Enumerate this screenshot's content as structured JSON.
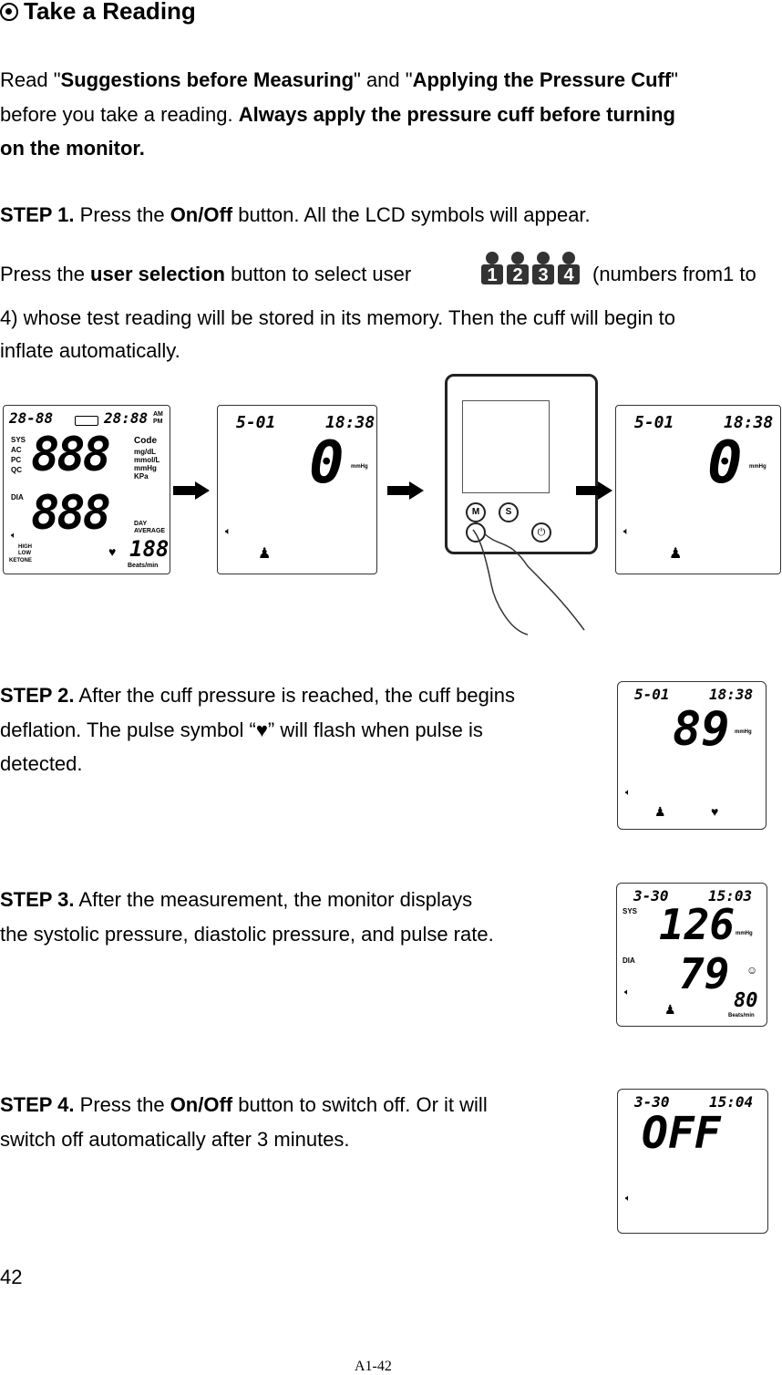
{
  "heading": "Take a Reading",
  "intro": {
    "p1_a": "Read \"",
    "p1_b": "Suggestions before Measuring",
    "p1_c": "\" and \"",
    "p1_d": "Applying the Pressure Cuff",
    "p1_e": "\"",
    "p2_a": "before you take a reading. ",
    "p2_b": "Always apply the pressure cuff before turning",
    "p3": "on the monitor."
  },
  "step1": {
    "label": "STEP 1.",
    "line1_a": " Press the ",
    "line1_b": "On/Off",
    "line1_c": " button. All the LCD symbols will appear.",
    "line2_a": "Press the ",
    "line2_b": "user selection",
    "line2_c": " button to select user",
    "line2_d": "(numbers from1 to",
    "line3": "4) whose test reading will be stored in its memory. Then the cuff will begin to",
    "line4": "inflate automatically."
  },
  "user_numbers": [
    "1",
    "2",
    "3",
    "4"
  ],
  "lcd_full": {
    "date": "28-88",
    "time": "28:88",
    "ampm1": "AM",
    "ampm2": "PM",
    "sys": "SYS",
    "ac": "AC",
    "pc": "PC",
    "qc": "QC",
    "dia": "DIA",
    "big1": "888",
    "big2": "888",
    "code": "Code",
    "u1": "mg/dL",
    "u2": "mmol/L",
    "u3": "mmHg",
    "u4": "KPa",
    "day": "DAY",
    "average": "AVERAGE",
    "pulse": "188",
    "high": "HIGH",
    "low": "LOW",
    "ketone": "KETONE",
    "beats": "Beats/min"
  },
  "lcd_start": {
    "date": "5-01",
    "time": "18:38",
    "value": "0",
    "unit": "mmHg"
  },
  "device": {
    "btn1": "M",
    "btn2": "S",
    "btn4": "⏻"
  },
  "step2": {
    "label": "STEP 2.",
    "line1": " After the cuff pressure is reached, the cuff begins",
    "line2_a": "deflation. The pulse symbol “",
    "line2_b": "” will flash when pulse is",
    "line3": "detected.",
    "lcd": {
      "date": "5-01",
      "time": "18:38",
      "value": "89",
      "unit": "mmHg"
    }
  },
  "step3": {
    "label": "STEP 3.",
    "line1": " After the measurement, the monitor displays",
    "line2": "the systolic pressure, diastolic pressure, and pulse rate.",
    "lcd": {
      "date": "3-30",
      "time": "15:03",
      "sys_label": "SYS",
      "dia_label": "DIA",
      "sys": "126",
      "dia": "79",
      "pulse": "80",
      "unit": "mmHg",
      "beats": "Beats/min"
    }
  },
  "step4": {
    "label": "STEP 4.",
    "line1_a": " Press the ",
    "line1_b": "On/Off",
    "line1_c": " button to switch off. Or it will",
    "line2": "switch off automatically after 3 minutes.",
    "lcd": {
      "date": "3-30",
      "time": "15:04",
      "value": "OFF"
    }
  },
  "page_number": "42",
  "footer": "A1-42"
}
